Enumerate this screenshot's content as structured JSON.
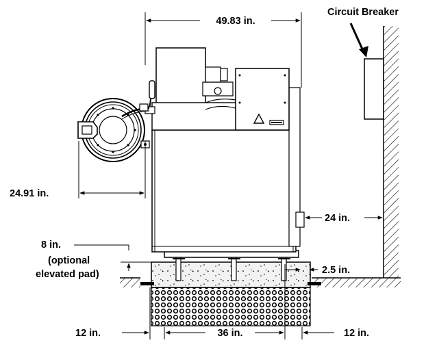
{
  "labels": {
    "width_overall": "49.83 in.",
    "circuit_breaker": "Circuit Breaker",
    "depth_half": "24.91 in.",
    "wall_clearance": "24 in.",
    "pad_height_line1": "8 in.",
    "pad_height_line2": "(optional",
    "pad_height_line3": "elevated pad)",
    "pad_extension": "2.5 in.",
    "left_margin": "12 in.",
    "center_span": "36 in.",
    "right_margin": "12 in."
  },
  "colors": {
    "line": "#000000",
    "fill": "#ffffff",
    "concrete": "#f2f2f2"
  }
}
